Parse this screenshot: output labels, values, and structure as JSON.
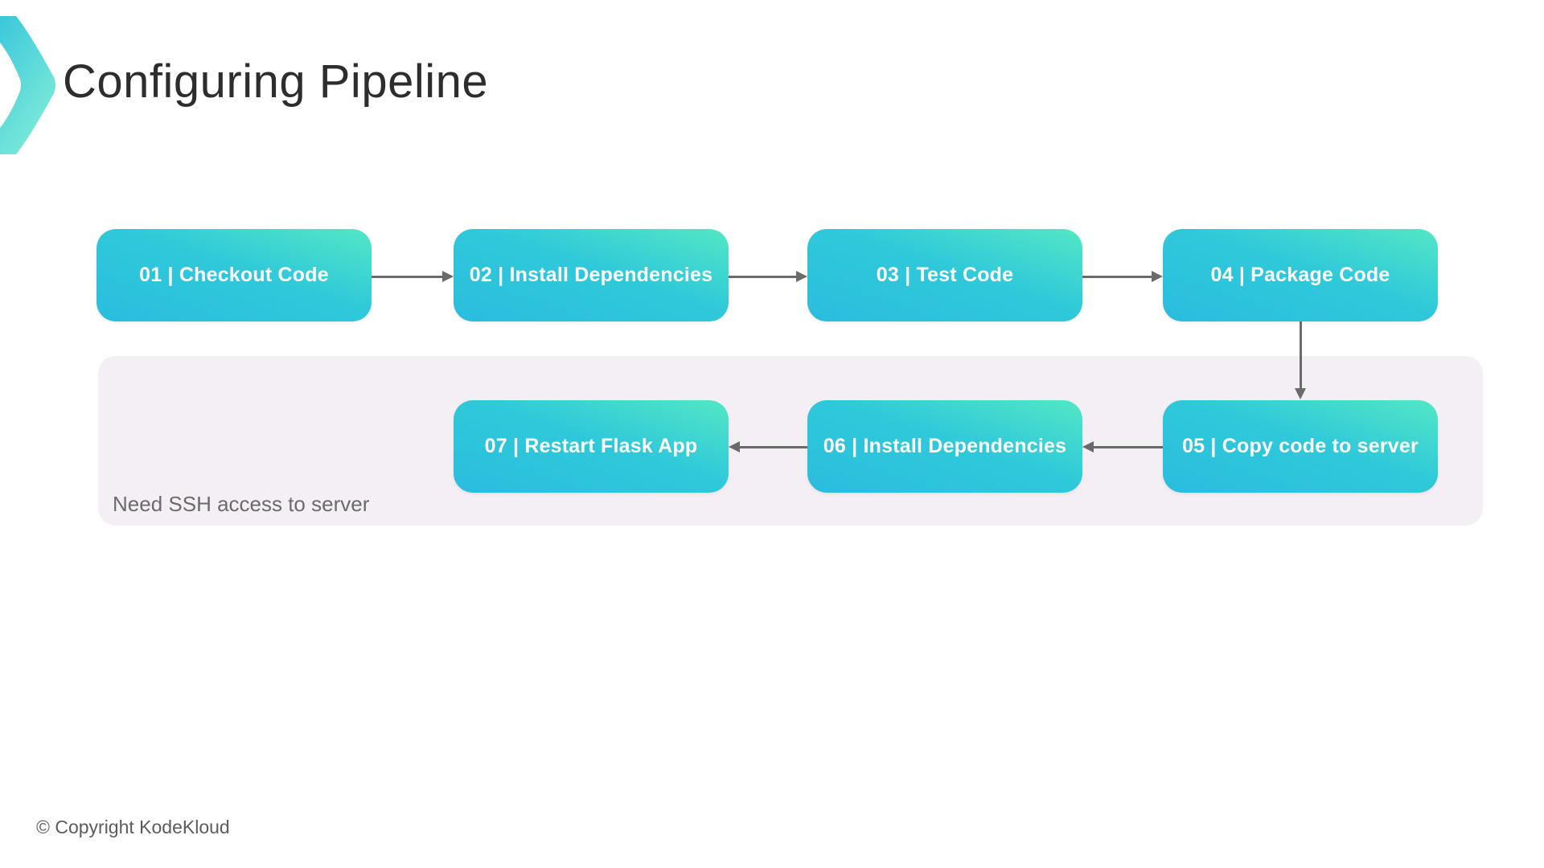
{
  "slide": {
    "title": "Configuring Pipeline",
    "footer": "© Copyright KodeKloud"
  },
  "pipeline": {
    "ssh_note": "Need SSH access to server",
    "nodes": [
      {
        "id": "01",
        "label": "01 | Checkout Code"
      },
      {
        "id": "02",
        "label": "02 | Install Dependencies"
      },
      {
        "id": "03",
        "label": "03 | Test Code"
      },
      {
        "id": "04",
        "label": "04 | Package Code"
      },
      {
        "id": "05",
        "label": "05 | Copy code to server"
      },
      {
        "id": "06",
        "label": "06 | Install Dependencies"
      },
      {
        "id": "07",
        "label": "07 | Restart Flask App"
      }
    ],
    "flow": [
      "01→02",
      "02→03",
      "03→04",
      "04→05",
      "05→06",
      "06→07"
    ]
  },
  "colors": {
    "node_gradient_start": "#2abdde",
    "node_gradient_end": "#53e7c5",
    "node_text": "#ffffff",
    "ssh_zone_bg": "#f4eff4",
    "arrow": "#6a6a6a",
    "title_text": "#2d2d2d",
    "note_text": "#6b6b6b",
    "footer_text": "#5c5c5c",
    "logo_gradient_start": "#3ac7db",
    "logo_gradient_end": "#7eebd8"
  }
}
